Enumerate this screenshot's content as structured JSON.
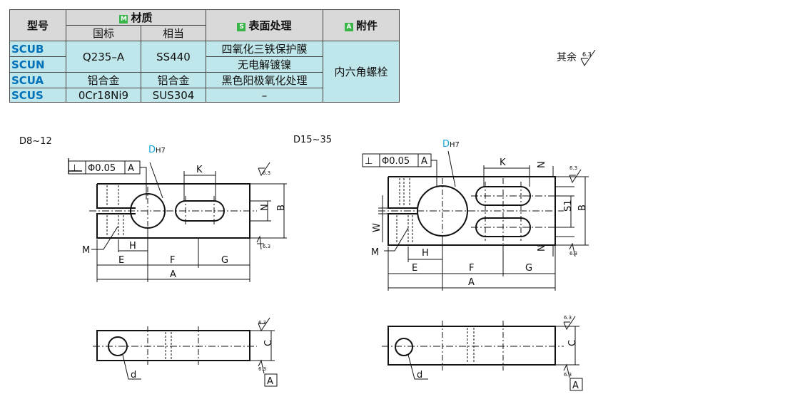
{
  "table": {
    "headers": {
      "model": "型号",
      "material_tag": "M",
      "material": "材质",
      "national": "国标",
      "equivalent": "相当",
      "surface_tag": "S",
      "surface": "表面处理",
      "accessory_tag": "A",
      "accessory": "附件"
    },
    "rows": [
      {
        "code": "SCUB",
        "surface": "四氧化三铁保护膜"
      },
      {
        "code": "SCUN",
        "surface": "无电解镀镍"
      },
      {
        "code": "SCUA",
        "national": "铝合金",
        "equivalent": "铝合金",
        "surface": "黑色阳极氧化处理"
      },
      {
        "code": "SCUS",
        "national": "0Cr18Ni9",
        "equivalent": "SUS304",
        "surface": "–"
      }
    ],
    "merged_national": "Q235–A",
    "merged_equivalent": "SS440",
    "merged_accessory": "内六角螺栓"
  },
  "finish_note": {
    "text": "其余",
    "roughness": "6.3"
  },
  "drawing_left": {
    "title": "D8~12",
    "tolerance": {
      "symbol": "⊥",
      "value": "Φ0.05",
      "datum": "A"
    },
    "bore": {
      "letter": "D",
      "fit": "H7"
    },
    "roughness": "6.3",
    "dims": [
      "K",
      "N",
      "B",
      "M",
      "H",
      "E",
      "F",
      "G",
      "A",
      "C",
      "d"
    ],
    "datum_box": "A"
  },
  "drawing_right": {
    "title": "D15~35",
    "tolerance": {
      "symbol": "⊥",
      "value": "Φ0.05",
      "datum": "A"
    },
    "bore": {
      "letter": "D",
      "fit": "H7"
    },
    "roughness": "6.3",
    "dims": [
      "K",
      "N",
      "S1",
      "B",
      "W",
      "M",
      "H",
      "N",
      "E",
      "F",
      "G",
      "A",
      "C",
      "d"
    ],
    "datum_box": "A"
  }
}
